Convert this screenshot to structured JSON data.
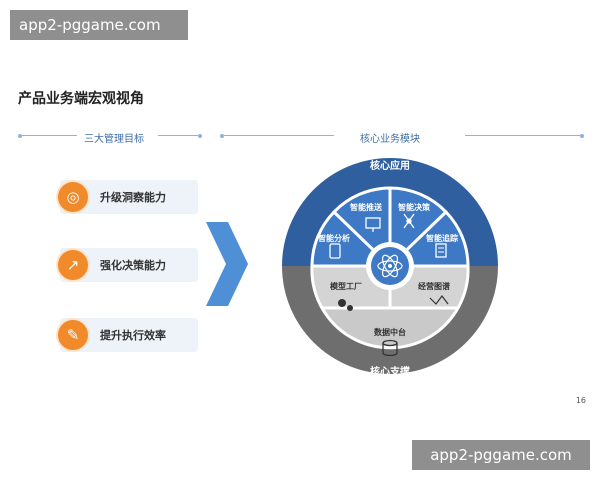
{
  "watermark": {
    "top": "app2-pggame.com",
    "bottom": "app2-pggame.com"
  },
  "title": "产品业务端宏观视角",
  "left_section": {
    "heading": "三大管理目标",
    "items": [
      {
        "label": "升级洞察能力",
        "icon": "target-icon"
      },
      {
        "label": "强化决策能力",
        "icon": "trend-chart-icon"
      },
      {
        "label": "提升执行效率",
        "icon": "document-edit-icon"
      }
    ]
  },
  "right_section": {
    "heading": "核心业务模块",
    "top_band": "核心应用",
    "bottom_band": "核心支撑",
    "blue_segments": [
      "智能分析",
      "智能推送",
      "智能决策",
      "智能追踪"
    ],
    "grey_segments": [
      "模型工厂",
      "经营图谱"
    ],
    "base": "数据中台"
  },
  "colors": {
    "blue_dark": "#2f5f9e",
    "blue_mid": "#3d79c4",
    "grey_dark": "#6e6e6e",
    "grey_light": "#c9c9c9",
    "orange": "#f08a2b"
  },
  "page_number": "16"
}
